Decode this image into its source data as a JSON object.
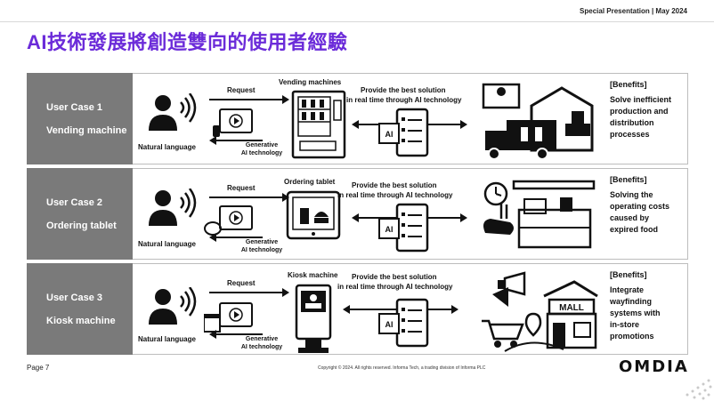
{
  "header": {
    "meta": "Special Presentation  |  May 2024"
  },
  "title": "AI技術發展將創造雙向的使用者經驗",
  "rows": [
    {
      "label1": "User Case 1",
      "label2": "Vending machine",
      "request": "Request",
      "device": "Vending machines",
      "natural": "Natural language",
      "gen1": "Generative",
      "gen2": "AI technology",
      "solution1": "Provide the best solution",
      "solution2": "in real time through AI technology",
      "benefit_title": "[Benefits]",
      "benefit_text": [
        "Solve inefficient",
        "production and",
        "distribution",
        "processes"
      ]
    },
    {
      "label1": "User Case 2",
      "label2": "Ordering tablet",
      "request": "Request",
      "device": "Ordering tablet",
      "natural": "Natural language",
      "gen1": "Generative",
      "gen2": "AI technology",
      "solution1": "Provide the best solution",
      "solution2": "in real time through AI technology",
      "benefit_title": "[Benefits]",
      "benefit_text": [
        "Solving the",
        "operating costs",
        "caused by",
        "expired food"
      ]
    },
    {
      "label1": "User Case 3",
      "label2": "Kiosk machine",
      "request": "Request",
      "device": "Kiosk machine",
      "natural": "Natural language",
      "gen1": "Generative",
      "gen2": "AI technology",
      "solution1": "Provide the best solution",
      "solution2": "in real time through AI technology",
      "benefit_title": "[Benefits]",
      "benefit_text": [
        "Integrate",
        "wayfinding",
        "systems with",
        "in-store",
        "promotions"
      ]
    }
  ],
  "mall_sign": "MALL",
  "ai_chip": "AI",
  "footer": {
    "page": "Page 7",
    "copyright": "Copyright © 2024. All rights reserved. Informa Tech, a trading division of Informa PLC",
    "logo": "OMDIA"
  }
}
